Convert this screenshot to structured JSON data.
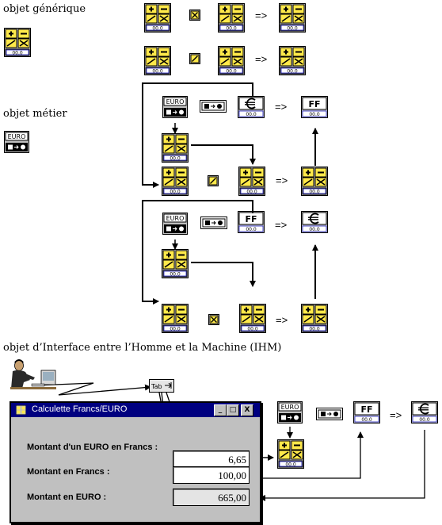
{
  "sections": {
    "generic": "objet générique",
    "business": "objet métier",
    "ihm": "objet d’Interface entre l’Homme et la Machine (IHM)"
  },
  "symbols": {
    "arrow": "=>",
    "euro_tag": "EURO",
    "ff_label": "FF",
    "tab_label": "Tab",
    "display_digits": "00.0"
  },
  "calculator": {
    "title": "Calculette Francs/EURO",
    "buttons": {
      "minimize": "_",
      "maximize": "□",
      "close": "X"
    },
    "fields": [
      {
        "label": "Montant d'un EURO en Francs :",
        "value": "6,65"
      },
      {
        "label": "Montant en Francs :",
        "value": "100,00"
      },
      {
        "label": "Montant en EURO :",
        "value": "665,00"
      }
    ]
  }
}
